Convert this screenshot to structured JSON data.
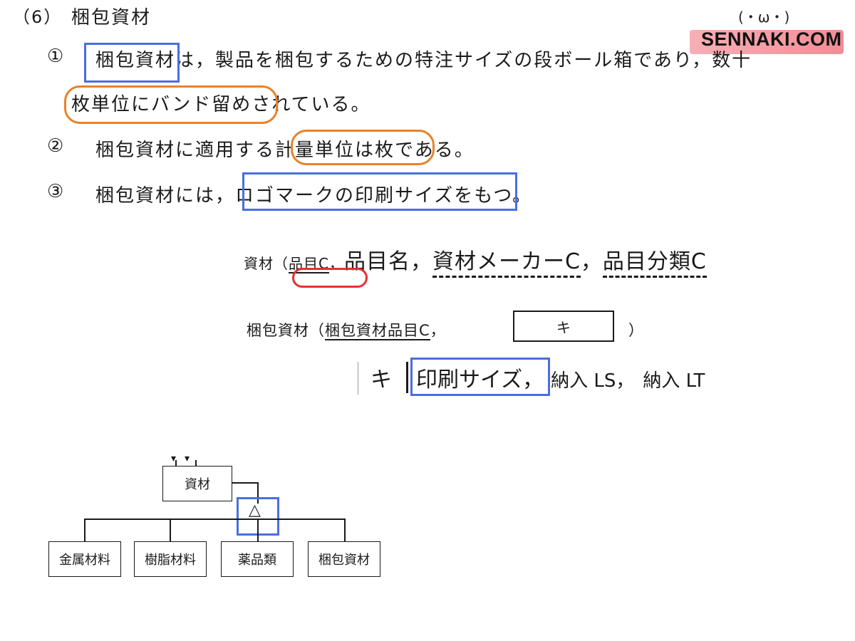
{
  "section": {
    "number": "（6）",
    "title": "梱包資材"
  },
  "items": [
    {
      "marker": "①",
      "text_a": "梱包資材",
      "text_b": "は，製品を梱包するための特注サイズの段ボール箱であり，数十",
      "text_c": "枚単位にバンド留め",
      "text_d": "されている。"
    },
    {
      "marker": "②",
      "text_a": "梱包資材に適用する",
      "text_b": "計量単位は枚",
      "text_c": "である。"
    },
    {
      "marker": "③",
      "text_a": "梱包資材には，",
      "text_b": "ロゴマークの印刷サイズを",
      "text_c": "もつ。"
    }
  ],
  "schema": {
    "shizai": {
      "name": "資材",
      "open": "（",
      "key": "品目C",
      "sep1": "，",
      "attr1": "品目名，",
      "attr2": "資材メーカーC",
      "sep2": "，",
      "attr3": "品目分類C"
    },
    "konpo": {
      "name": "梱包資材",
      "open": "（",
      "key": "梱包資材品目C",
      "sep": "，",
      "blank": "キ",
      "close": "）"
    },
    "answer": {
      "label": "キ",
      "attr1": "印刷サイズ，",
      "attr2": "納入 LS，",
      "attr3": "納入 LT"
    }
  },
  "diagram": {
    "parent": "資材",
    "children": [
      "金属材料",
      "樹脂材料",
      "薬品類",
      "梱包資材"
    ],
    "symbol": "△"
  },
  "watermark": {
    "text": "SENNAKI.COM",
    "kaomoji": "(・ω・)"
  },
  "colors": {
    "blue": "#4a6ee0",
    "orange": "#e8822a",
    "red": "#e63030",
    "logo_pink": "#f07e88"
  }
}
